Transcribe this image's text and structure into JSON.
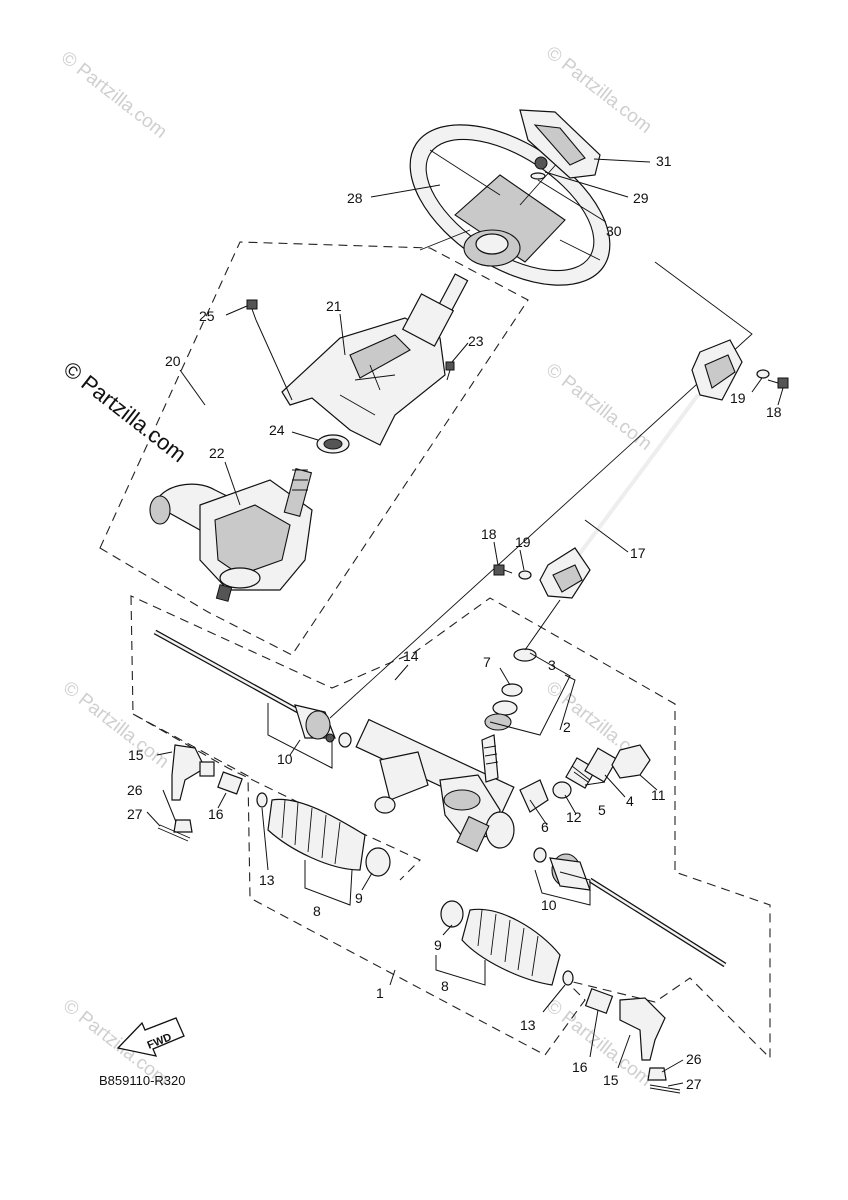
{
  "diagram_code": "B859110-R320",
  "fwd_label": "FWD",
  "watermark_text": "© Partzilla.com",
  "callouts": [
    {
      "id": "c1",
      "label": "1"
    },
    {
      "id": "c2",
      "label": "2"
    },
    {
      "id": "c3",
      "label": "3"
    },
    {
      "id": "c4",
      "label": "4"
    },
    {
      "id": "c5",
      "label": "5"
    },
    {
      "id": "c6",
      "label": "6"
    },
    {
      "id": "c7",
      "label": "7"
    },
    {
      "id": "c8a",
      "label": "8"
    },
    {
      "id": "c8b",
      "label": "8"
    },
    {
      "id": "c9a",
      "label": "9"
    },
    {
      "id": "c9b",
      "label": "9"
    },
    {
      "id": "c10a",
      "label": "10"
    },
    {
      "id": "c10b",
      "label": "10"
    },
    {
      "id": "c11",
      "label": "11"
    },
    {
      "id": "c12",
      "label": "12"
    },
    {
      "id": "c13a",
      "label": "13"
    },
    {
      "id": "c13b",
      "label": "13"
    },
    {
      "id": "c14",
      "label": "14"
    },
    {
      "id": "c15a",
      "label": "15"
    },
    {
      "id": "c15b",
      "label": "15"
    },
    {
      "id": "c16a",
      "label": "16"
    },
    {
      "id": "c16b",
      "label": "16"
    },
    {
      "id": "c17",
      "label": "17"
    },
    {
      "id": "c18a",
      "label": "18"
    },
    {
      "id": "c18b",
      "label": "18"
    },
    {
      "id": "c19a",
      "label": "19"
    },
    {
      "id": "c19b",
      "label": "19"
    },
    {
      "id": "c20",
      "label": "20"
    },
    {
      "id": "c21",
      "label": "21"
    },
    {
      "id": "c22",
      "label": "22"
    },
    {
      "id": "c23",
      "label": "23"
    },
    {
      "id": "c24",
      "label": "24"
    },
    {
      "id": "c25",
      "label": "25"
    },
    {
      "id": "c26a",
      "label": "26"
    },
    {
      "id": "c26b",
      "label": "26"
    },
    {
      "id": "c27a",
      "label": "27"
    },
    {
      "id": "c27b",
      "label": "27"
    },
    {
      "id": "c28",
      "label": "28"
    },
    {
      "id": "c29",
      "label": "29"
    },
    {
      "id": "c30",
      "label": "30"
    },
    {
      "id": "c31",
      "label": "31"
    }
  ]
}
